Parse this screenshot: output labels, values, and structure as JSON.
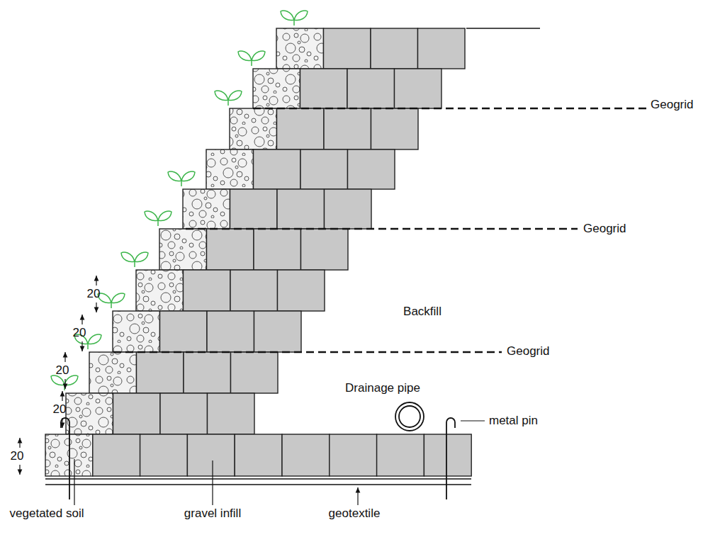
{
  "diagram": {
    "labels": [
      "Geogrid",
      "Geogrid",
      "Geogrid",
      "Backfill",
      "Drainage pipe",
      "metal pin",
      "20",
      "20",
      "20",
      "20",
      "20",
      "vegetated soil",
      "gravel infill",
      "geotextile"
    ]
  }
}
